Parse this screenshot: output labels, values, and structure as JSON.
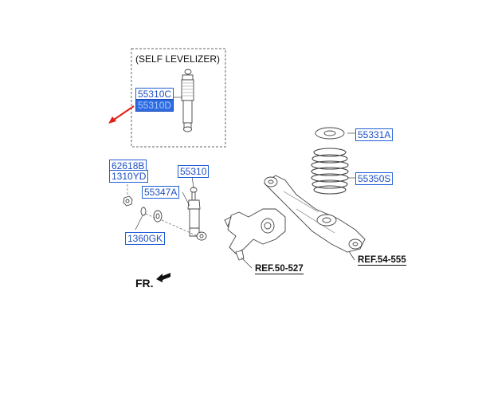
{
  "inset": {
    "title": "(SELF LEVELIZER)"
  },
  "labels": {
    "p55310C": "55310C",
    "p55310D": "55310D",
    "p55331A": "55331A",
    "p62618B": "62618B",
    "p1310YD": "1310YD",
    "p55310": "55310",
    "p55350S": "55350S",
    "p55347A": "55347A",
    "p1360GK": "1360GK"
  },
  "refs": {
    "ref50": "REF.50-527",
    "ref54": "REF.54-555"
  },
  "direction": {
    "label": "FR."
  },
  "colors": {
    "label_border": "#1f5fd6",
    "highlight": "#2d6be0",
    "pointer_arrow": "#e0201b"
  }
}
